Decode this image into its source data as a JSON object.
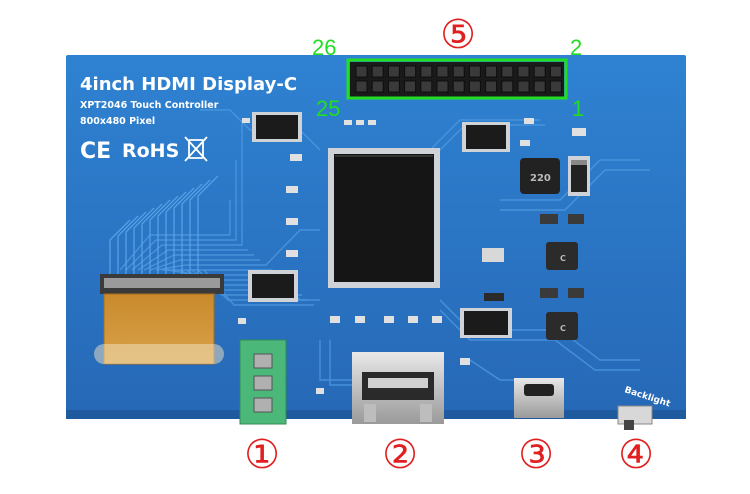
{
  "board": {
    "title": "4inch HDMI Display-C",
    "subtitle1": "XPT2046 Touch Controller",
    "subtitle2": "800x480 Pixel",
    "cert_ce": "CE",
    "cert_rohs": "RoHS",
    "inductor_mark": "220",
    "small_mark_c": "C",
    "backlight_label": "Backlight"
  },
  "header": {
    "pin_left_top": "26",
    "pin_right_top": "2",
    "pin_left_bottom": "25",
    "pin_right_bottom": "1"
  },
  "callouts": {
    "c1": "①",
    "c2": "②",
    "c3": "③",
    "c4": "④",
    "c5": "⑤"
  },
  "colors": {
    "pcb": "#2a78c8",
    "callout_red": "#e02020",
    "header_outline": "#22dd22"
  }
}
